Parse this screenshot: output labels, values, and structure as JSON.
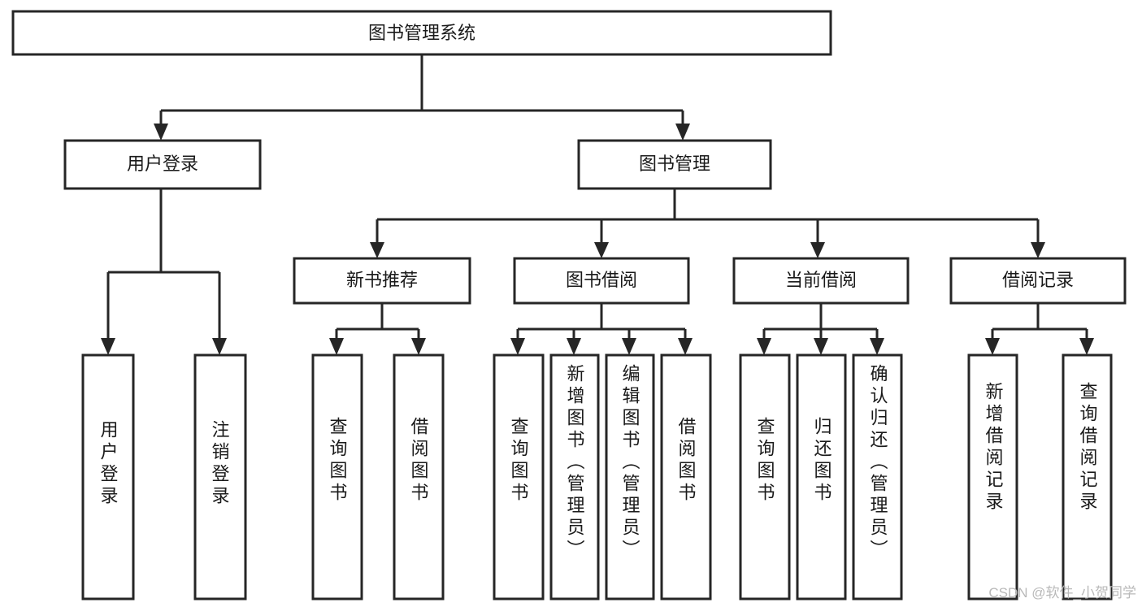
{
  "diagram": {
    "title": "图书管理系统",
    "type": "tree-hierarchy",
    "root": {
      "id": "root",
      "label": "图书管理系统",
      "orientation": "horizontal"
    },
    "level2": [
      {
        "id": "user-login",
        "label": "用户登录",
        "orientation": "horizontal"
      },
      {
        "id": "book-manage",
        "label": "图书管理",
        "orientation": "horizontal"
      }
    ],
    "level3": [
      {
        "id": "new-book-recommend",
        "label": "新书推荐",
        "orientation": "horizontal",
        "parent": "book-manage"
      },
      {
        "id": "book-borrow",
        "label": "图书借阅",
        "orientation": "horizontal",
        "parent": "book-manage"
      },
      {
        "id": "current-borrow",
        "label": "当前借阅",
        "orientation": "horizontal",
        "parent": "book-manage"
      },
      {
        "id": "borrow-record",
        "label": "借阅记录",
        "orientation": "horizontal",
        "parent": "book-manage"
      }
    ],
    "leaves": [
      {
        "id": "leaf-user-login",
        "label": "用户登录",
        "orientation": "vertical",
        "parent": "user-login",
        "align": "bottom"
      },
      {
        "id": "leaf-logout-login",
        "label": "注销登录",
        "orientation": "vertical",
        "parent": "user-login",
        "align": "bottom"
      },
      {
        "id": "leaf-query-book-1",
        "label": "查询图书",
        "orientation": "vertical",
        "parent": "new-book-recommend",
        "align": "middle"
      },
      {
        "id": "leaf-borrow-book-1",
        "label": "借阅图书",
        "orientation": "vertical",
        "parent": "new-book-recommend",
        "align": "middle"
      },
      {
        "id": "leaf-query-book-2",
        "label": "查询图书",
        "orientation": "vertical",
        "parent": "book-borrow",
        "align": "middle"
      },
      {
        "id": "leaf-add-book-admin",
        "label": "新增图书（管理员）",
        "orientation": "vertical",
        "parent": "book-borrow",
        "align": "top"
      },
      {
        "id": "leaf-edit-book-admin",
        "label": "编辑图书（管理员）",
        "orientation": "vertical",
        "parent": "book-borrow",
        "align": "top"
      },
      {
        "id": "leaf-borrow-book-2",
        "label": "借阅图书",
        "orientation": "vertical",
        "parent": "book-borrow",
        "align": "middle"
      },
      {
        "id": "leaf-query-book-3",
        "label": "查询图书",
        "orientation": "vertical",
        "parent": "current-borrow",
        "align": "middle"
      },
      {
        "id": "leaf-return-book",
        "label": "归还图书",
        "orientation": "vertical",
        "parent": "current-borrow",
        "align": "middle"
      },
      {
        "id": "leaf-confirm-return-admin",
        "label": "确认归还（管理员）",
        "orientation": "vertical",
        "parent": "current-borrow",
        "align": "top"
      },
      {
        "id": "leaf-add-borrow-record",
        "label": "新增借阅记录",
        "orientation": "vertical",
        "parent": "borrow-record",
        "align": "middle"
      },
      {
        "id": "leaf-query-borrow-record",
        "label": "查询借阅记录",
        "orientation": "vertical",
        "parent": "borrow-record",
        "align": "middle"
      }
    ],
    "watermark": "CSDN @软件_小贺同学",
    "colors": {
      "stroke": "#262626",
      "fill": "#ffffff",
      "text": "#1a1a1a",
      "watermark": "#b9b9b9"
    }
  }
}
